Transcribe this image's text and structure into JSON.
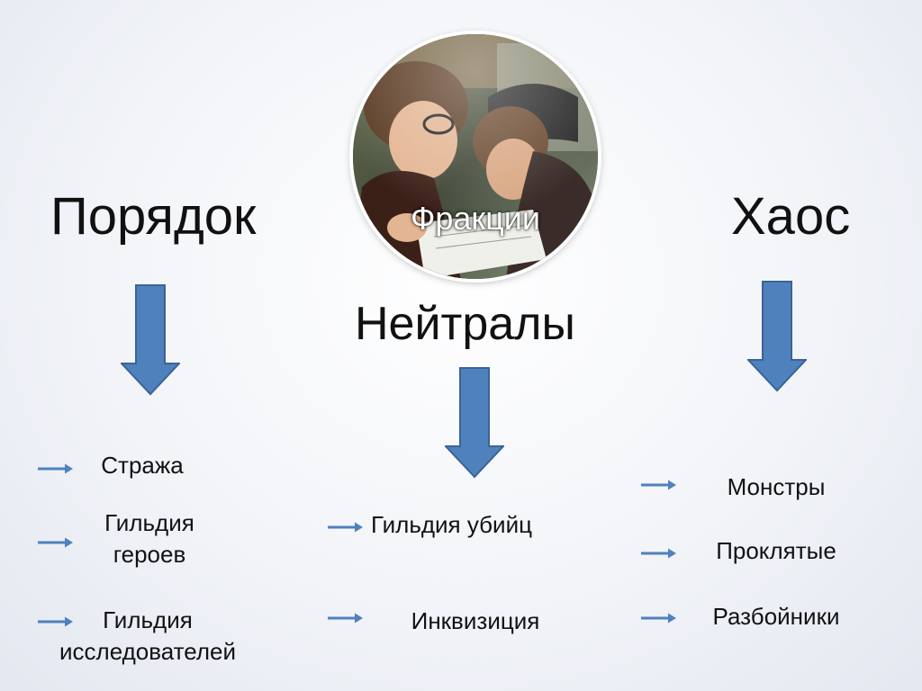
{
  "headings": {
    "order": "Порядок",
    "chaos": "Хаос",
    "neutral": "Нейтралы"
  },
  "photo": {
    "caption": "Фракции"
  },
  "colors": {
    "arrow_fill": "#4f81bd",
    "arrow_stroke": "#3a6496"
  },
  "order_items": [
    {
      "label": "Стража"
    },
    {
      "label": "Гильдия\nгероев"
    },
    {
      "label": "Гильдия\nисследователей"
    }
  ],
  "neutral_items": [
    {
      "label": "Гильдия убийц"
    },
    {
      "label": "Инквизиция"
    }
  ],
  "chaos_items": [
    {
      "label": "Монстры"
    },
    {
      "label": "Проклятые"
    },
    {
      "label": "Разбойники"
    }
  ]
}
